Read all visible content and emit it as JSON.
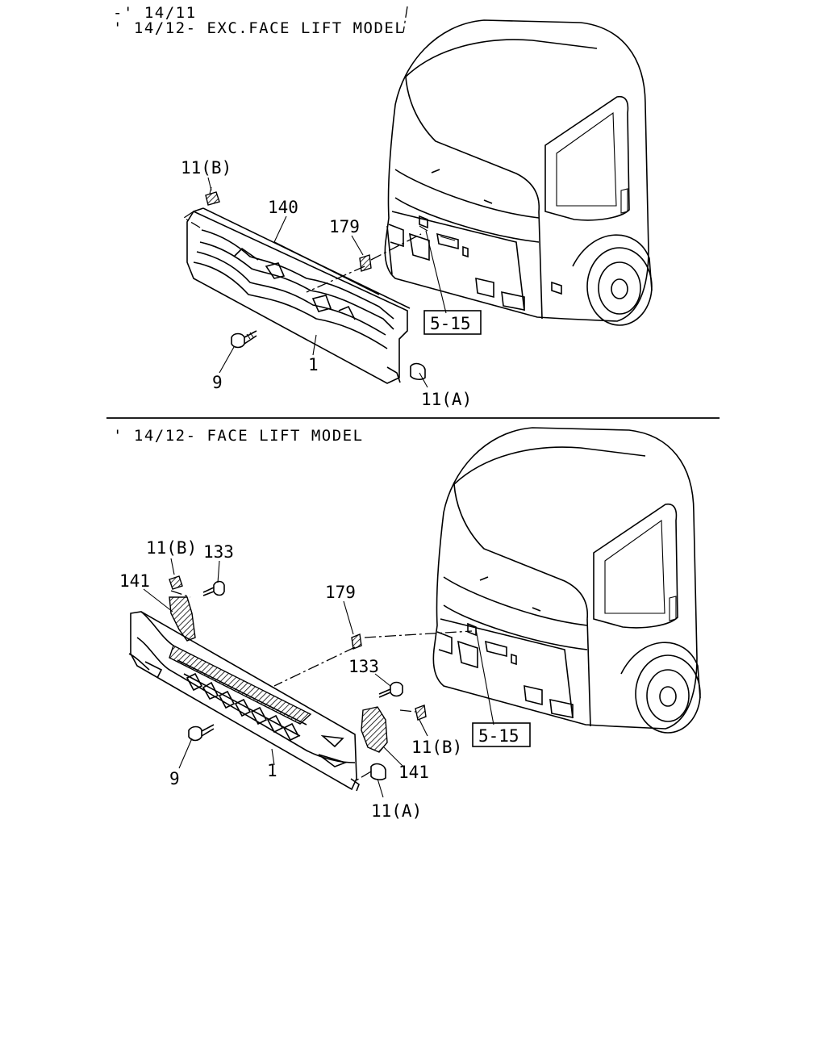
{
  "sections": [
    {
      "header_lines": [
        "-' 14/11",
        "' 14/12- EXC.FACE LIFT MODEL"
      ],
      "callouts": {
        "c11b": "11(B)",
        "c140": "140",
        "c179": "179",
        "c515": "5-15",
        "c1": "1",
        "c9": "9",
        "c11a": "11(A)"
      }
    },
    {
      "header_lines": [
        "' 14/12- FACE LIFT MODEL"
      ],
      "callouts": {
        "c11b_left": "11(B)",
        "c133_left": "133",
        "c141_left": "141",
        "c179": "179",
        "c133_right": "133",
        "c11b_right": "11(B)",
        "c515": "5-15",
        "c141_right": "141",
        "c9": "9",
        "c1": "1",
        "c11a": "11(A)"
      }
    }
  ],
  "icons": {
    "truck": "truck-cab-icon",
    "grille": "grille-icon",
    "clip": "clip-icon",
    "screw": "screw-icon",
    "bracket": "bracket-icon"
  }
}
